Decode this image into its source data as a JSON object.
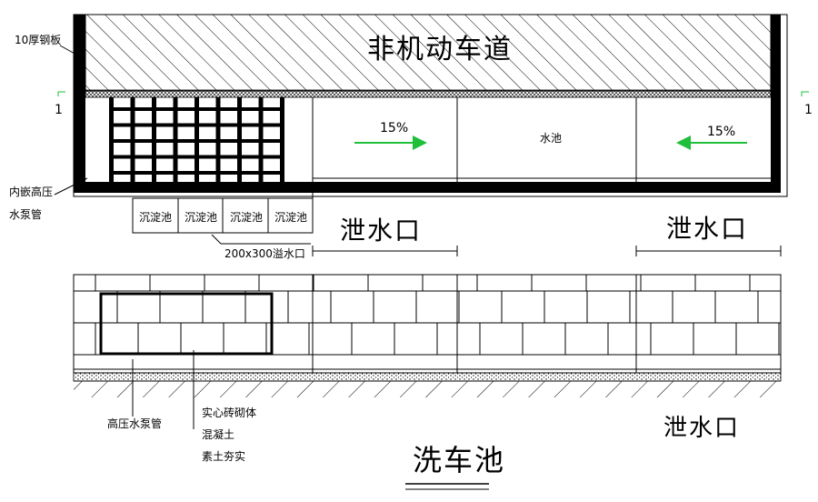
{
  "plan": {
    "road_label": "非机动车道",
    "plate_label": "10厚钢板",
    "section_left": "1",
    "section_right": "1",
    "slope_left": "15%",
    "slope_right": "15%",
    "pool_label": "水池",
    "embedded_pipe_line1": "内嵌高压",
    "embedded_pipe_line2": "水泵管",
    "settling_tanks": [
      "沉淀池",
      "沉淀池",
      "沉淀池",
      "沉淀池"
    ],
    "overflow_label": "200x300溢水口",
    "drain_left": "泄水口",
    "drain_right": "泄水口"
  },
  "section": {
    "pump_pipe_label": "高压水泵管",
    "layers": [
      "实心砖砌体",
      "混凝土",
      "素土夯实"
    ],
    "drain_label": "泄水口"
  },
  "drawing_title": "洗车池",
  "colors": {
    "line": "#000000",
    "arrow": "#1fbf3a"
  }
}
